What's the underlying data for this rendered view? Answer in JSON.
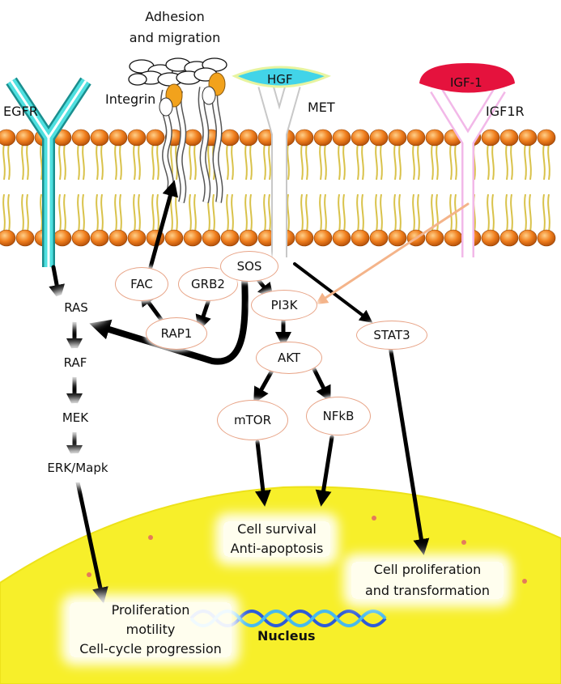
{
  "top_label": {
    "line1": "Adhesion",
    "line2": "and migration"
  },
  "receptors": {
    "egfr": "EGFR",
    "integrin": "Integrin",
    "hgf": "HGF",
    "met": "MET",
    "igf1": "IGF-1",
    "igf1r": "IGF1R"
  },
  "nodes": {
    "ras": "RAS",
    "raf": "RAF",
    "mek": "MEK",
    "erk": "ERK/Mapk",
    "fac": "FAC",
    "grb2": "GRB2",
    "rap1": "RAP1",
    "sos": "SOS",
    "pi3k": "PI3K",
    "akt": "AKT",
    "mtor": "mTOR",
    "nfkb": "NFkB",
    "stat3": "STAT3"
  },
  "outcomes": {
    "survival_1": "Cell survival",
    "survival_2": "Anti-apoptosis",
    "prolif_1": "Cell proliferation",
    "prolif_2": "and transformation",
    "motility_1": "Proliferation",
    "motility_2": "motility",
    "motility_3": "Cell-cycle progression",
    "nucleus": "Nucleus"
  },
  "colors": {
    "nucleus": "#f7ef2a",
    "nucleus_edge": "#ede21a",
    "lipid_head": "#f07f1e",
    "lipid_tail": "#d9c24a",
    "egfr": "#33c6c6",
    "hgf": "#42d4e8",
    "igf1": "#e5123d",
    "igf1r": "#f2b8e8",
    "dna_a": "#2d5bd8",
    "dna_b": "#47b9ee",
    "arrow": "#000000",
    "igf_arrow": "#f4b48a"
  }
}
